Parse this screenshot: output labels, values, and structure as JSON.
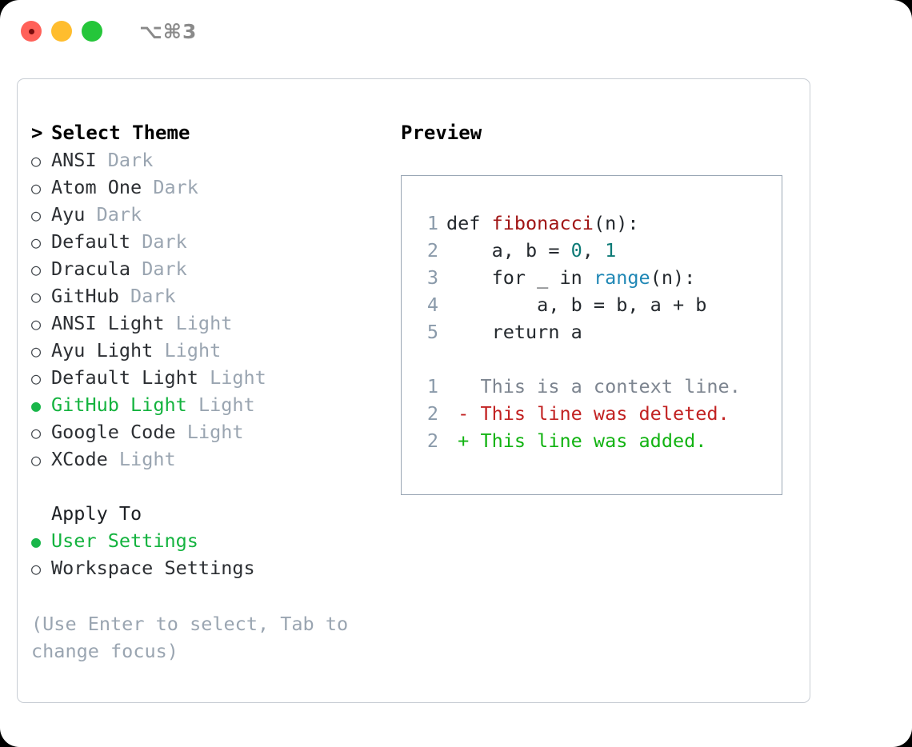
{
  "window": {
    "shortcut": "⌥⌘3",
    "traffic_lights": [
      "close-red",
      "minimize-yellow",
      "maximize-green"
    ]
  },
  "theme_list": {
    "header_caret": ">",
    "header": "Select Theme",
    "bullet_unselected": "○",
    "bullet_selected": "●",
    "items": [
      {
        "name": "ANSI",
        "tag": "Dark",
        "selected": false
      },
      {
        "name": "Atom One",
        "tag": "Dark",
        "selected": false
      },
      {
        "name": "Ayu",
        "tag": "Dark",
        "selected": false
      },
      {
        "name": "Default",
        "tag": "Dark",
        "selected": false
      },
      {
        "name": "Dracula",
        "tag": "Dark",
        "selected": false
      },
      {
        "name": "GitHub",
        "tag": "Dark",
        "selected": false
      },
      {
        "name": "ANSI Light",
        "tag": "Light",
        "selected": false
      },
      {
        "name": "Ayu Light",
        "tag": "Light",
        "selected": false
      },
      {
        "name": "Default Light",
        "tag": "Light",
        "selected": false
      },
      {
        "name": "GitHub Light",
        "tag": "Light",
        "selected": true
      },
      {
        "name": "Google Code",
        "tag": "Light",
        "selected": false
      },
      {
        "name": "XCode",
        "tag": "Light",
        "selected": false
      }
    ]
  },
  "apply_to": {
    "title": "Apply To",
    "options": [
      {
        "label": "User Settings",
        "selected": true
      },
      {
        "label": "Workspace Settings",
        "selected": false
      }
    ]
  },
  "hint": "(Use Enter to select, Tab to change focus)",
  "preview": {
    "title": "Preview",
    "code": [
      {
        "no": "1",
        "parts": [
          {
            "t": "def ",
            "c": "plain"
          },
          {
            "t": "fibonacci",
            "c": "fn"
          },
          {
            "t": "(n):",
            "c": "plain"
          }
        ]
      },
      {
        "no": "2",
        "parts": [
          {
            "t": "    a, b = ",
            "c": "plain"
          },
          {
            "t": "0",
            "c": "num"
          },
          {
            "t": ", ",
            "c": "plain"
          },
          {
            "t": "1",
            "c": "num"
          }
        ]
      },
      {
        "no": "3",
        "parts": [
          {
            "t": "    for _ in ",
            "c": "plain"
          },
          {
            "t": "range",
            "c": "call"
          },
          {
            "t": "(n):",
            "c": "plain"
          }
        ]
      },
      {
        "no": "4",
        "parts": [
          {
            "t": "        a, b = b, a + b",
            "c": "plain"
          }
        ]
      },
      {
        "no": "5",
        "parts": [
          {
            "t": "    return a",
            "c": "plain"
          }
        ]
      }
    ],
    "diff": [
      {
        "no": "1",
        "marker": " ",
        "text": "This is a context line.",
        "kind": "ctx"
      },
      {
        "no": "2",
        "marker": "-",
        "text": "This line was deleted.",
        "kind": "del"
      },
      {
        "no": "2",
        "marker": "+",
        "text": "This line was added.",
        "kind": "add"
      }
    ]
  },
  "colors": {
    "accent_green": "#14b33f",
    "tag_gray": "#9aa5b1",
    "diff_add": "#12b312",
    "diff_del": "#c22222",
    "diff_ctx": "#7d8590",
    "syntax_function": "#a01515",
    "syntax_number": "#0d7a76",
    "syntax_call": "#1f87b5",
    "line_number": "#8a9aaa",
    "panel_border": "#c8cdd4",
    "preview_border": "#9aa7b5"
  }
}
